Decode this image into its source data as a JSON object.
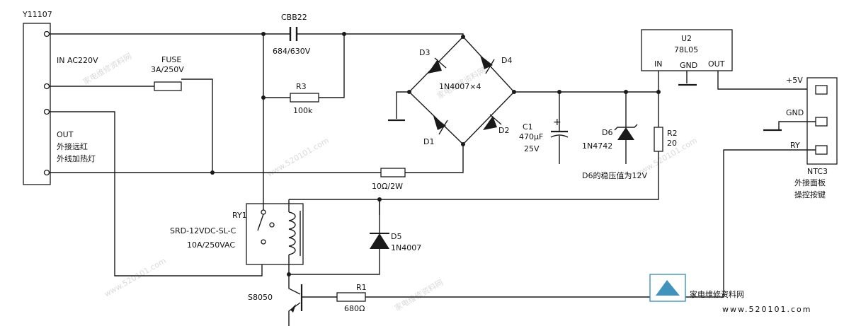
{
  "labels": {
    "connector": "Y11107",
    "in_ac": "IN AC220V",
    "out": "OUT",
    "ext_heater_1": "外接远红",
    "ext_heater_2": "外线加热灯",
    "fuse": "FUSE",
    "fuse_value": "3A/250V",
    "cap_cbb": "CBB22",
    "cap_cbb_value": "684/630V",
    "r3": "R3",
    "r3_value": "100k",
    "d1": "D1",
    "d2": "D2",
    "d3": "D3",
    "d4": "D4",
    "bridge_part": "1N4007×4",
    "r_series": "10Ω/2W",
    "c1": "C1",
    "c1_value_1": "470μF",
    "c1_value_2": "25V",
    "d6": "D6",
    "d6_part": "1N4742",
    "zener_note": "D6的稳压值为12V",
    "u2": "U2",
    "u2_part": "78L05",
    "u2_in": "IN",
    "u2_gnd": "GND",
    "u2_out": "OUT",
    "r2": "R2",
    "r2_value": "20",
    "plus5v": "+5V",
    "gnd": "GND",
    "ry": "RY",
    "ntc3": "NTC3",
    "panel_1": "外接面板",
    "panel_2": "操控按键",
    "ry1": "RY1",
    "ry1_part": "SRD-12VDC-SL-C",
    "ry1_rating": "10A/250VAC",
    "d5": "D5",
    "d5_part": "1N4007",
    "transistor": "S8050",
    "r1": "R1",
    "r1_value": "680Ω"
  },
  "watermark": {
    "text": "家电维修资料网",
    "url": "www.520101.com",
    "logo_text": "家电维修资料网",
    "logo_url": "www.520101.com"
  }
}
